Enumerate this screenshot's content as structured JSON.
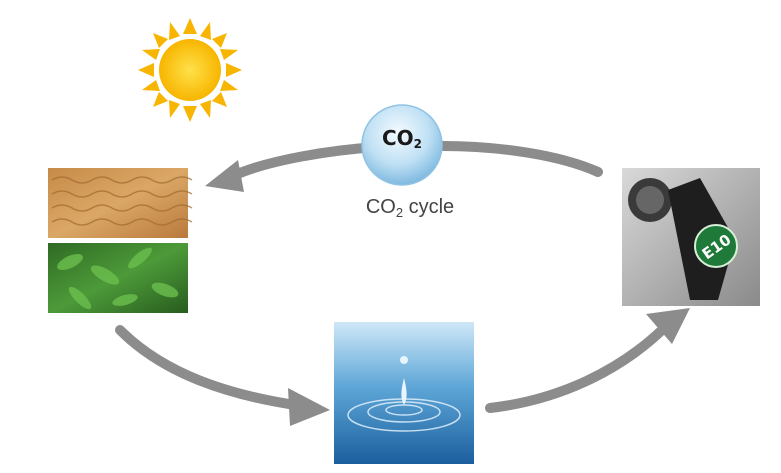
{
  "bubble": {
    "main": "CO",
    "sub": "2"
  },
  "caption": {
    "pre": "CO",
    "sub": "2",
    "post": " cycle"
  },
  "fuel_nozzle": {
    "label": "E10"
  },
  "colors": {
    "arrow": "#8c8c8c",
    "sun": "#f7b500",
    "bubble": "#a9d3ee",
    "nozzle_badge": "#1f7a3a"
  },
  "icons": [
    "sun-icon",
    "wheat-field-image",
    "sugar-beet-field-image",
    "water-drop-image",
    "fuel-pump-nozzle-image"
  ]
}
